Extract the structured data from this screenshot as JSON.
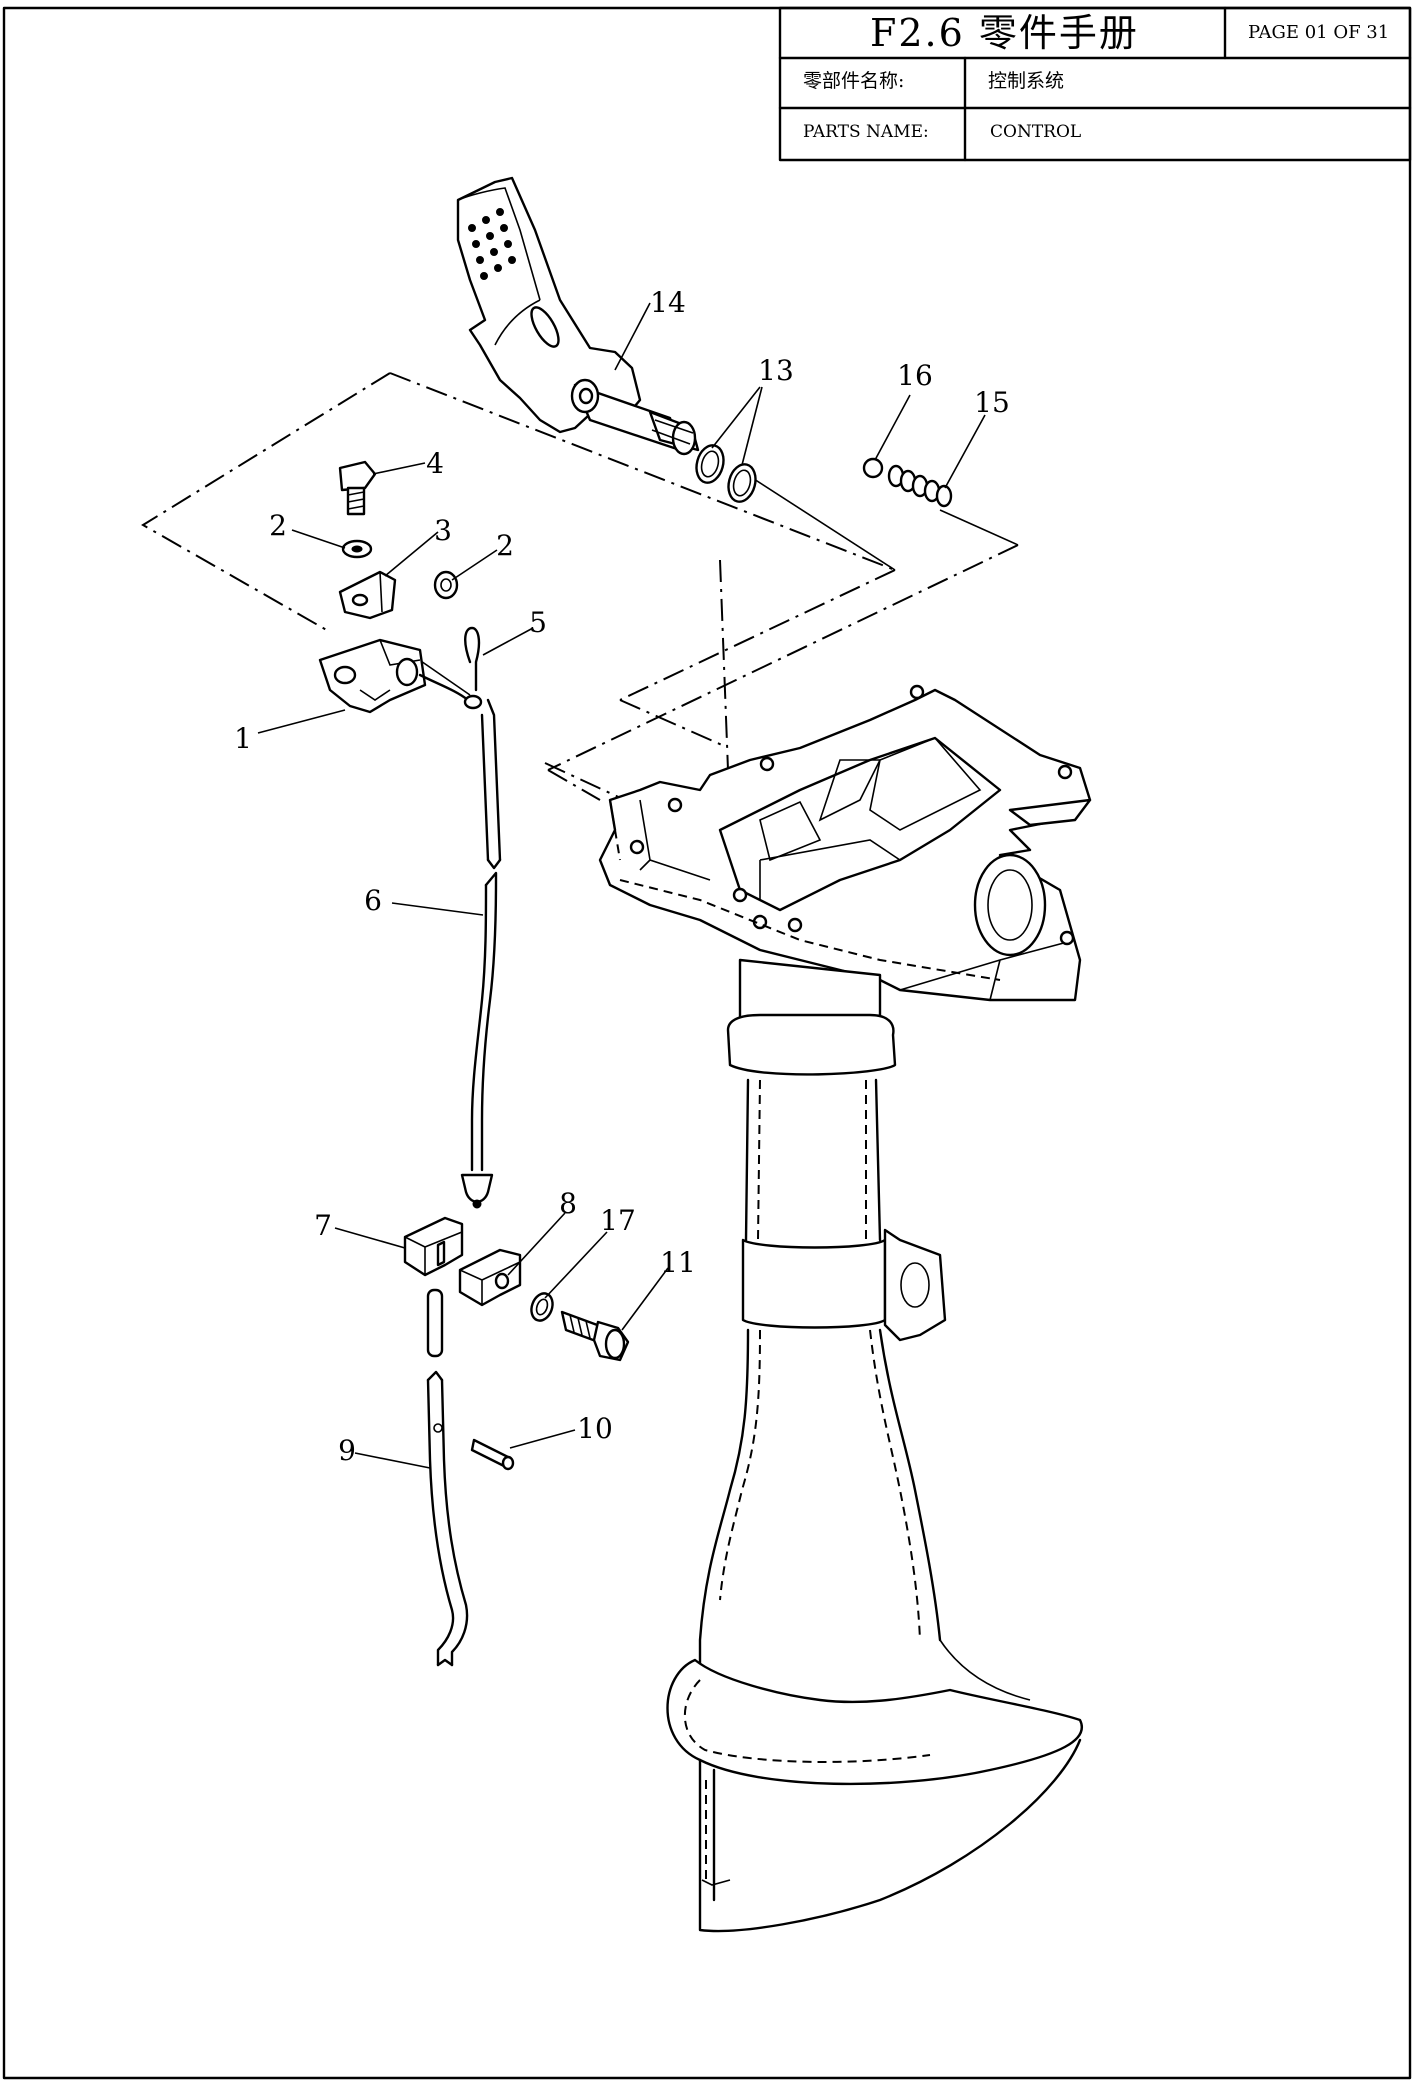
{
  "title_block": {
    "title": "F2.6 零件手册",
    "page": "PAGE 01 OF 31",
    "parts_name_cn_label": "零部件名称:",
    "parts_name_cn_value": "控制系统",
    "parts_name_en_label": "PARTS NAME:",
    "parts_name_en_value": "CONTROL"
  },
  "callouts": [
    {
      "id": "1",
      "text": "1"
    },
    {
      "id": "2a",
      "text": "2"
    },
    {
      "id": "2b",
      "text": "2"
    },
    {
      "id": "3",
      "text": "3"
    },
    {
      "id": "4",
      "text": "4"
    },
    {
      "id": "5",
      "text": "5"
    },
    {
      "id": "6",
      "text": "6"
    },
    {
      "id": "7",
      "text": "7"
    },
    {
      "id": "8",
      "text": "8"
    },
    {
      "id": "9",
      "text": "9"
    },
    {
      "id": "10",
      "text": "10"
    },
    {
      "id": "11",
      "text": "11"
    },
    {
      "id": "13",
      "text": "13"
    },
    {
      "id": "14",
      "text": "14"
    },
    {
      "id": "15",
      "text": "15"
    },
    {
      "id": "16",
      "text": "16"
    },
    {
      "id": "17",
      "text": "17"
    }
  ]
}
